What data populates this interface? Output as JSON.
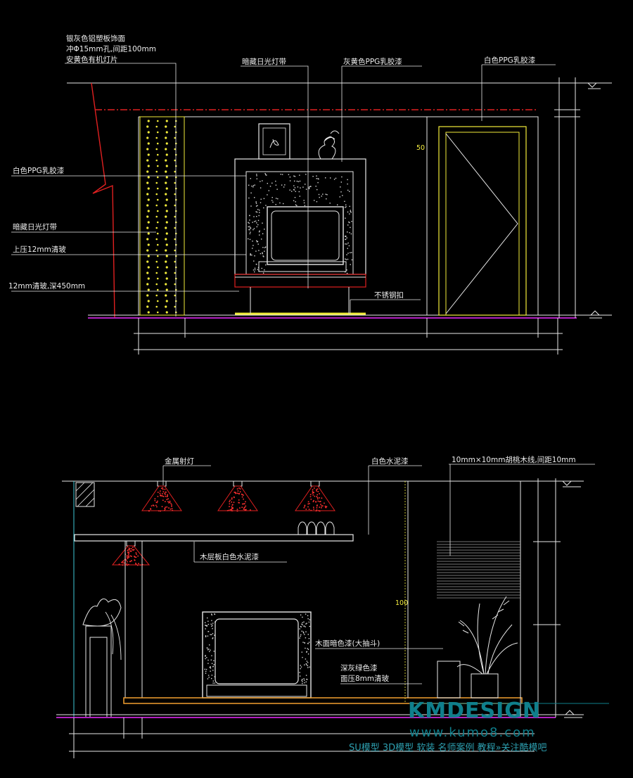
{
  "colors": {
    "white": "#e8e8e8",
    "yellow": "#f2ec3a",
    "red": "#e02020",
    "magenta": "#b020c0",
    "cyan": "#3ec8d8",
    "dim": "#9a9a9a",
    "brand": "#0f7f8c"
  },
  "elevation_1": {
    "labels": {
      "panel_line1": "银灰色铝塑板饰面",
      "panel_line2": "冲Φ15mm孔,间距100mm",
      "panel_line3": "安黄色有机灯片",
      "hidden_light_top": "暗藏日光灯带",
      "paint_top_mid": "灰黄色PPG乳胶漆",
      "paint_top_right": "白色PPG乳胶漆",
      "paint_left": "白色PPG乳胶漆",
      "hidden_light_left": "暗藏日光灯带",
      "glass_12": "上压12mm清玻",
      "glass_shelf": "12mm清玻,深450mm",
      "steel_buckle": "不锈钢扣"
    },
    "dimension": "50"
  },
  "elevation_2": {
    "labels": {
      "spotlight": "金属射灯",
      "cement_paint": "白色水泥漆",
      "wood_lines": "10mm×10mm胡桃木线,间距10mm",
      "shelf_board": "木层板白色水泥漆",
      "cabinet_paint": "木面暗色漆(大抽斗)",
      "green_paint_line1": "深灰绿色漆",
      "green_paint_line2": "面压8mm清玻"
    },
    "dimension": "100"
  },
  "watermark": {
    "brand": "KMDESIGN",
    "url": "www.kumo8.com",
    "tagline": "SU模型 3D模型 软装 名师案例 教程»关注酷模吧"
  }
}
